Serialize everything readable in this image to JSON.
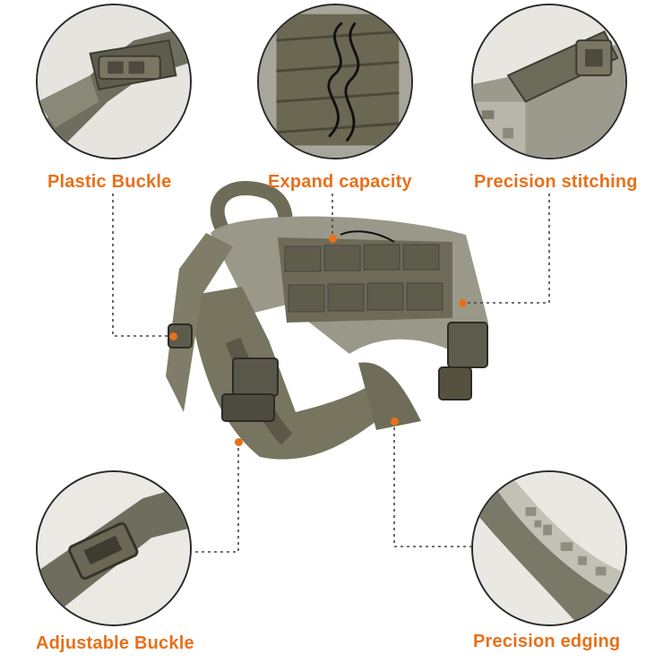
{
  "accent_color": "#e8701a",
  "line_color": "#444444",
  "labels": {
    "plastic_buckle": "Plastic Buckle",
    "expand_capacity": "Expand capacity",
    "precision_stitching": "Precision stitching",
    "adjustable_buckle": "Adjustable Buckle",
    "precision_edging": "Precision edging"
  }
}
